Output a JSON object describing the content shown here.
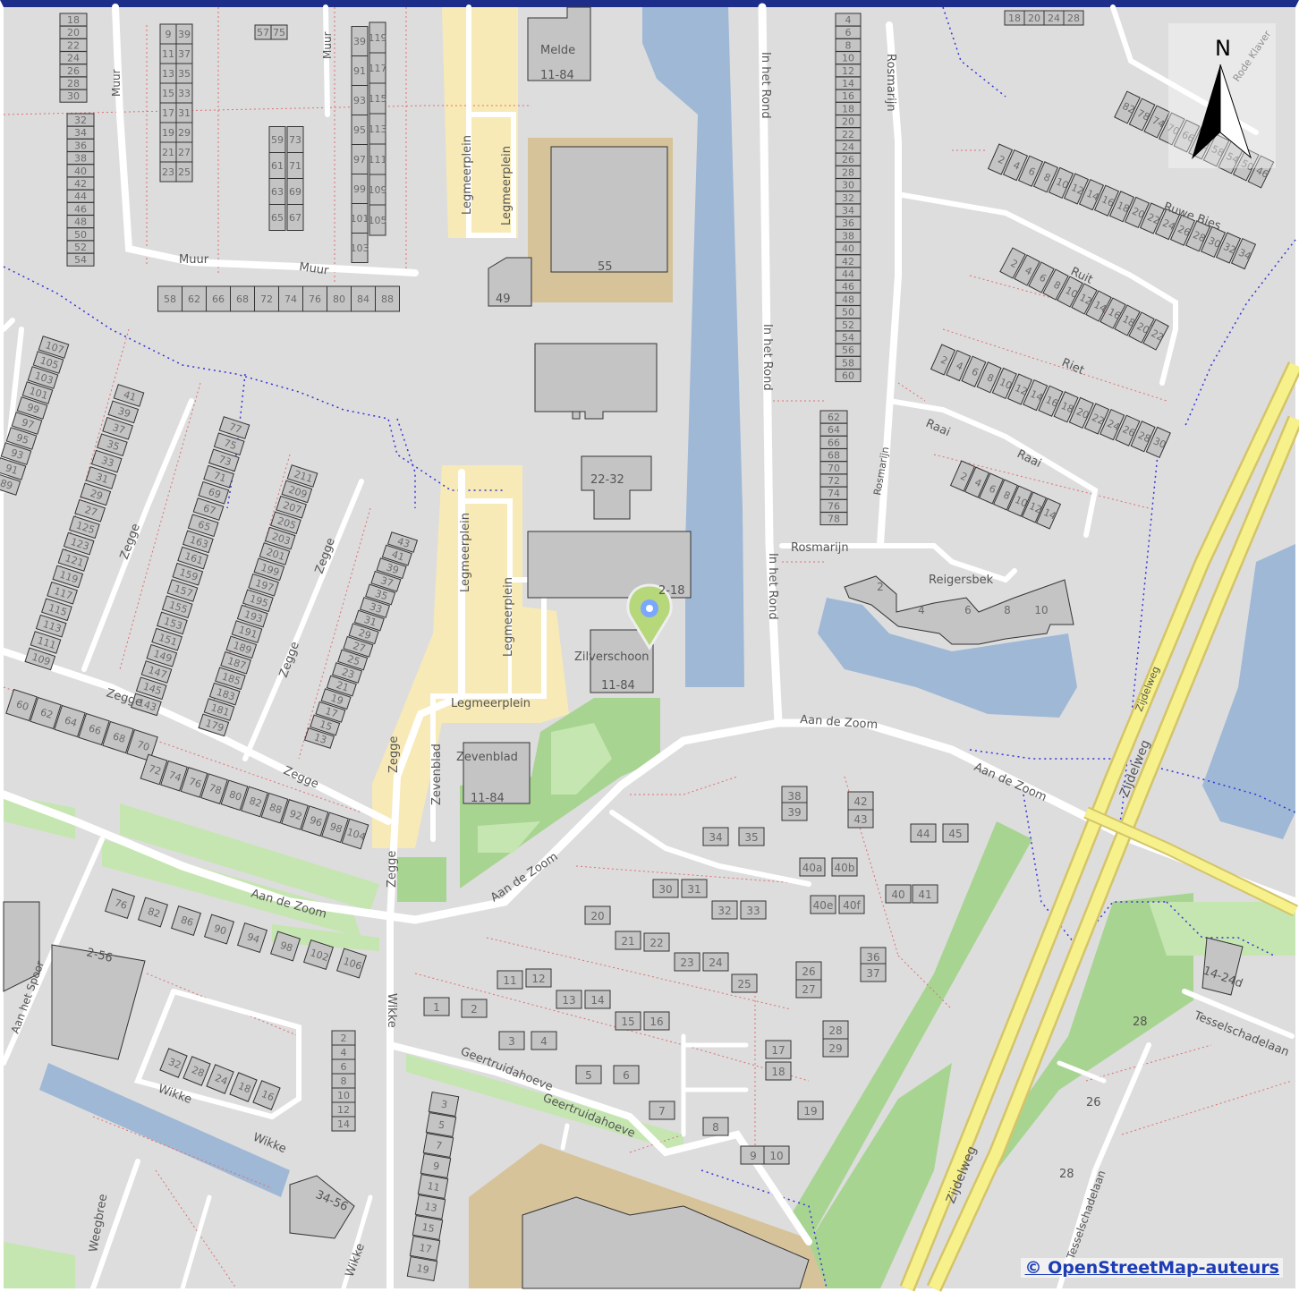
{
  "map": {
    "attribution": "© OpenStreetMap-auteurs",
    "north_label": "N",
    "colors": {
      "land": "#dddddd",
      "building": "#c4c4c4",
      "building_stroke": "#333333",
      "water": "#9fb8d6",
      "park": "#c5e6b0",
      "green": "#a8d492",
      "plaza": "#f7eab6",
      "sand": "#d6c39a",
      "road": "#ffffff",
      "primary_road": "#f6f18a",
      "primary_edge": "#d4c46a",
      "boundary": "#3535d8",
      "path": "#e07070",
      "marker": "#7aa7ff",
      "marker_halo": "#b6d77a",
      "frame": "#1c2e8a"
    },
    "marker_icon": "location-pin-icon",
    "streets": [
      {
        "id": "legmeerplein-1",
        "text": "Legmeerplein"
      },
      {
        "id": "legmeerplein-2",
        "text": "Legmeerplein"
      },
      {
        "id": "legmeerplein-3",
        "text": "Legmeerplein"
      },
      {
        "id": "legmeerplein-4",
        "text": "Legmeerplein"
      },
      {
        "id": "legmeerplein-5",
        "text": "Legmeerplein"
      },
      {
        "id": "in-het-rond-1",
        "text": "In het Rond"
      },
      {
        "id": "in-het-rond-2",
        "text": "In het Rond"
      },
      {
        "id": "in-het-rond-3",
        "text": "In het Rond"
      },
      {
        "id": "rosmarijn-1",
        "text": "Rosmarijn"
      },
      {
        "id": "rosmarijn-2",
        "text": "Rosmarijn"
      },
      {
        "id": "rosmarijn-3",
        "text": "Rosmarijn"
      },
      {
        "id": "reigersbek",
        "text": "Reigersbek"
      },
      {
        "id": "aan-de-zoom-1",
        "text": "Aan de Zoom"
      },
      {
        "id": "aan-de-zoom-2",
        "text": "Aan de Zoom"
      },
      {
        "id": "aan-de-zoom-3",
        "text": "Aan de Zoom"
      },
      {
        "id": "aan-de-zoom-4",
        "text": "Aan de Zoom"
      },
      {
        "id": "zijdelweg-1",
        "text": "Zijdelweg"
      },
      {
        "id": "zijdelweg-2",
        "text": "Zijdelweg"
      },
      {
        "id": "zijdelweg-3",
        "text": "Zijdelweg"
      },
      {
        "id": "zegge-1",
        "text": "Zegge"
      },
      {
        "id": "zegge-2",
        "text": "Zegge"
      },
      {
        "id": "zegge-3",
        "text": "Zegge"
      },
      {
        "id": "zegge-4",
        "text": "Zegge"
      },
      {
        "id": "zegge-5",
        "text": "Zegge"
      },
      {
        "id": "zegge-6",
        "text": "Zegge"
      },
      {
        "id": "zegge-7",
        "text": "Zegge"
      },
      {
        "id": "zevenblad",
        "text": "Zevenblad"
      },
      {
        "id": "muur-1",
        "text": "Muur"
      },
      {
        "id": "muur-2",
        "text": "Muur"
      },
      {
        "id": "muur-3",
        "text": "Muur"
      },
      {
        "id": "muur-4",
        "text": "Muur"
      },
      {
        "id": "ruwe-bies",
        "text": "Ruwe Bies"
      },
      {
        "id": "ruit-1",
        "text": "Ruit"
      },
      {
        "id": "riet",
        "text": "Riet"
      },
      {
        "id": "raai-1",
        "text": "Raai"
      },
      {
        "id": "raai-2",
        "text": "Raai"
      },
      {
        "id": "rode-klaver",
        "text": "Rode Klaver"
      },
      {
        "id": "geertruidahoeve-1",
        "text": "Geertruidahoeve"
      },
      {
        "id": "geertruidahoeve-2",
        "text": "Geertruidahoeve"
      },
      {
        "id": "wikke-1",
        "text": "Wikke"
      },
      {
        "id": "wikke-2",
        "text": "Wikke"
      },
      {
        "id": "wikke-3",
        "text": "Wikke"
      },
      {
        "id": "wikke-4",
        "text": "Wikke"
      },
      {
        "id": "tesselschadelaan-1",
        "text": "Tesselschadelaan"
      },
      {
        "id": "tesselschadelaan-2",
        "text": "Tesselschadelaan"
      },
      {
        "id": "aan-het-spoor",
        "text": "Aan het Spoor"
      },
      {
        "id": "weegbree",
        "text": "Weegbree"
      }
    ],
    "poi_labels": [
      {
        "id": "melde",
        "text": "Melde"
      },
      {
        "id": "melde-nr",
        "text": "11-84"
      },
      {
        "id": "zilverschoon",
        "text": "Zilverschoon"
      },
      {
        "id": "zilverschoon-nr",
        "text": "11-84"
      },
      {
        "id": "zevenblad-bld",
        "text": "Zevenblad"
      },
      {
        "id": "zevenblad-nr",
        "text": "11-84"
      },
      {
        "id": "nr-55",
        "text": "55"
      },
      {
        "id": "nr-49",
        "text": "49"
      },
      {
        "id": "nr-22-32",
        "text": "22-32"
      },
      {
        "id": "nr-2-18",
        "text": "2-18"
      },
      {
        "id": "nr-14-24d",
        "text": "14-24d"
      },
      {
        "id": "nr-34-56",
        "text": "34-56"
      },
      {
        "id": "nr-2-56",
        "text": "2-56"
      },
      {
        "id": "nr-28",
        "text": "28"
      },
      {
        "id": "nr-26",
        "text": "26"
      },
      {
        "id": "nr-28b",
        "text": "28"
      }
    ],
    "house_numbers": {
      "rosmarijn_col": [
        "4",
        "6",
        "8",
        "10",
        "12",
        "14",
        "16",
        "18",
        "20",
        "22",
        "24",
        "26",
        "28",
        "30",
        "32",
        "34",
        "36",
        "38",
        "40",
        "42",
        "44",
        "46",
        "48",
        "50",
        "52",
        "54",
        "56",
        "58",
        "60"
      ],
      "rosmarijn_col2": [
        "62",
        "64",
        "66",
        "68",
        "70",
        "72",
        "74",
        "76",
        "78"
      ],
      "reigersbek": [
        "2",
        "4",
        "6",
        "8",
        "10"
      ],
      "muur_left": [
        "18",
        "20",
        "22",
        "24",
        "26",
        "28",
        "30"
      ],
      "muur_left2": [
        "32",
        "34",
        "36",
        "38",
        "40",
        "42",
        "44",
        "46",
        "48",
        "50",
        "52",
        "54"
      ],
      "muur_col_a": [
        "9",
        "11",
        "13",
        "15",
        "17",
        "19",
        "21",
        "23"
      ],
      "muur_col_b": [
        "39",
        "37",
        "35",
        "33",
        "31",
        "29",
        "27",
        "25"
      ],
      "muur_col_c": [
        "59",
        "61",
        "63",
        "65"
      ],
      "muur_col_d": [
        "73",
        "71",
        "69",
        "67"
      ],
      "muur_col_e": [
        "39",
        "91",
        "93",
        "95",
        "97",
        "99",
        "101",
        "103"
      ],
      "muur_col_f": [
        "119",
        "117",
        "115",
        "113",
        "111",
        "109",
        "105"
      ],
      "muur_row": [
        "58",
        "62",
        "66",
        "68",
        "72",
        "74",
        "76",
        "80",
        "84",
        "88"
      ],
      "muur_top": [
        "57",
        "75"
      ],
      "zegge_a": [
        "107",
        "105",
        "103",
        "101",
        "99",
        "97",
        "95",
        "93",
        "91",
        "89"
      ],
      "zegge_b": [
        "41",
        "39",
        "37",
        "35",
        "33",
        "31",
        "29",
        "27",
        "125",
        "123",
        "121",
        "119",
        "117",
        "115",
        "113",
        "111",
        "109"
      ],
      "zegge_c": [
        "77",
        "75",
        "73",
        "71",
        "69",
        "67",
        "65",
        "163",
        "161",
        "159",
        "157",
        "155",
        "153",
        "151",
        "149",
        "147",
        "145",
        "143"
      ],
      "zegge_d": [
        "211",
        "209",
        "207",
        "205",
        "203",
        "201",
        "199",
        "197",
        "195",
        "193",
        "191",
        "189",
        "187",
        "185",
        "183",
        "181",
        "179"
      ],
      "zegge_e": [
        "43",
        "41",
        "39",
        "37",
        "35",
        "33",
        "31",
        "29",
        "27",
        "25",
        "23",
        "21",
        "19",
        "17",
        "15",
        "13"
      ],
      "zegge_row1": [
        "60",
        "62",
        "64",
        "66",
        "68",
        "70"
      ],
      "zegge_row2": [
        "72",
        "74",
        "76",
        "78",
        "80",
        "82",
        "88",
        "92",
        "96",
        "98",
        "104"
      ],
      "aan_de_zoom_row": [
        "76",
        "82",
        "86",
        "90",
        "94",
        "98",
        "102",
        "106"
      ],
      "aan_de_zoom_houses": [
        {
          "id": "h38",
          "text": "38"
        },
        {
          "id": "h39",
          "text": "39"
        },
        {
          "id": "h42",
          "text": "42"
        },
        {
          "id": "h43",
          "text": "43"
        },
        {
          "id": "h44",
          "text": "44"
        },
        {
          "id": "h45",
          "text": "45"
        },
        {
          "id": "h34",
          "text": "34"
        },
        {
          "id": "h35",
          "text": "35"
        },
        {
          "id": "h40",
          "text": "40"
        },
        {
          "id": "h41",
          "text": "41"
        },
        {
          "id": "h30",
          "text": "30"
        },
        {
          "id": "h31",
          "text": "31"
        },
        {
          "id": "h32",
          "text": "32"
        },
        {
          "id": "h33",
          "text": "33"
        },
        {
          "id": "h20",
          "text": "20"
        },
        {
          "id": "h21",
          "text": "21"
        },
        {
          "id": "h22",
          "text": "22"
        },
        {
          "id": "h23",
          "text": "23"
        },
        {
          "id": "h24",
          "text": "24"
        },
        {
          "id": "h25",
          "text": "25"
        },
        {
          "id": "h26",
          "text": "26"
        },
        {
          "id": "h27",
          "text": "27"
        },
        {
          "id": "h28",
          "text": "28"
        },
        {
          "id": "h29",
          "text": "29"
        },
        {
          "id": "h36",
          "text": "36"
        },
        {
          "id": "h37",
          "text": "37"
        },
        {
          "id": "h11",
          "text": "11"
        },
        {
          "id": "h12",
          "text": "12"
        },
        {
          "id": "h13",
          "text": "13"
        },
        {
          "id": "h14",
          "text": "14"
        },
        {
          "id": "h15",
          "text": "15"
        },
        {
          "id": "h16",
          "text": "16"
        },
        {
          "id": "h17",
          "text": "17"
        },
        {
          "id": "h18",
          "text": "18"
        },
        {
          "id": "h19",
          "text": "19"
        },
        {
          "id": "h1",
          "text": "1"
        },
        {
          "id": "h2",
          "text": "2"
        },
        {
          "id": "h3",
          "text": "3"
        },
        {
          "id": "h4",
          "text": "4"
        },
        {
          "id": "h5",
          "text": "5"
        },
        {
          "id": "h6",
          "text": "6"
        },
        {
          "id": "h7",
          "text": "7"
        },
        {
          "id": "h8",
          "text": "8"
        },
        {
          "id": "h9",
          "text": "9"
        },
        {
          "id": "h10",
          "text": "10"
        },
        {
          "id": "h40a",
          "text": "40a"
        },
        {
          "id": "h40b",
          "text": "40b"
        },
        {
          "id": "h40e",
          "text": "40e"
        },
        {
          "id": "h40f",
          "text": "40f"
        }
      ],
      "wikke_col": [
        "2",
        "4",
        "6",
        "8",
        "10",
        "12",
        "14"
      ],
      "wikke_row": [
        "32",
        "28",
        "24",
        "18",
        "16"
      ],
      "geertruida_col": [
        "3",
        "5",
        "7",
        "9",
        "11",
        "13",
        "15",
        "17",
        "19"
      ],
      "ruit_row": [
        "2",
        "4",
        "6",
        "8",
        "10",
        "12",
        "14",
        "16",
        "18",
        "20",
        "22",
        "24",
        "26",
        "28",
        "30",
        "32",
        "34"
      ],
      "ruit_row2": [
        "2",
        "4",
        "6",
        "8",
        "10",
        "12",
        "14",
        "16",
        "18",
        "20",
        "22"
      ],
      "riet_row": [
        "2",
        "4",
        "6",
        "8",
        "10",
        "12",
        "14",
        "16",
        "18",
        "20",
        "22",
        "24",
        "26",
        "28",
        "30"
      ],
      "raai_row": [
        "2",
        "4",
        "6",
        "8",
        "10",
        "12",
        "14"
      ],
      "top_row": [
        "18",
        "20",
        "24",
        "28"
      ],
      "rode_klaver": [
        "82",
        "78",
        "74",
        "70",
        "66",
        "62",
        "58",
        "54",
        "50",
        "46"
      ]
    }
  }
}
